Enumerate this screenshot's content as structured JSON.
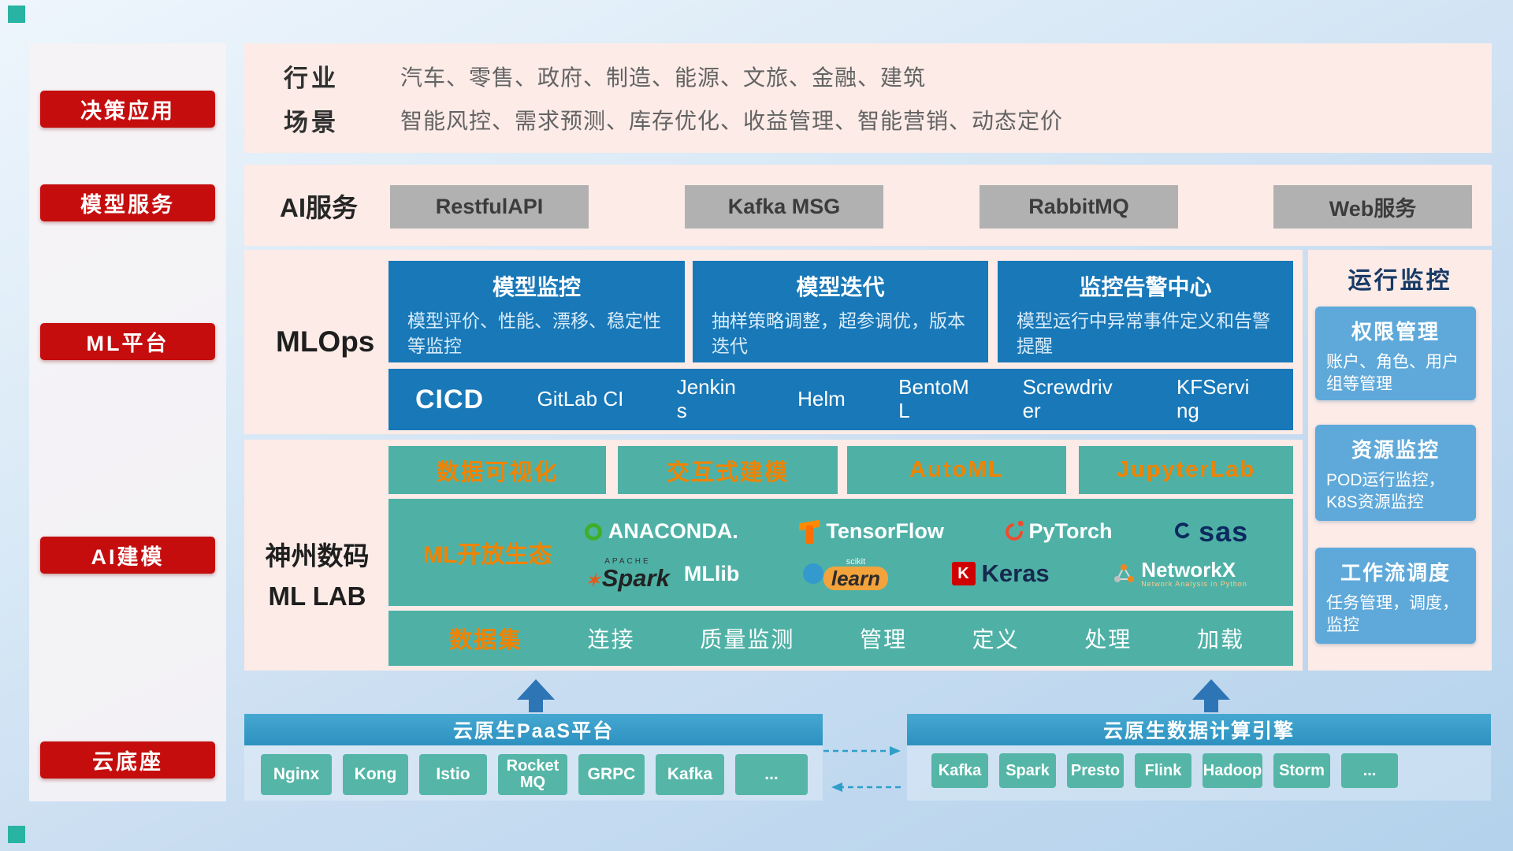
{
  "colors": {
    "accent_red": "#c50d0d",
    "mlops_blue": "#1878b8",
    "teal": "#4fb1a6",
    "orange_text": "#f08300",
    "monitor_blue": "#5fa9da",
    "bar_blue": "#3597c5",
    "arrow_blue": "#2e75b6"
  },
  "sidebar": {
    "items": [
      {
        "label": "决策应用"
      },
      {
        "label": "模型服务"
      },
      {
        "label": "ML平台"
      },
      {
        "label": "AI建模"
      },
      {
        "label": "云底座"
      }
    ]
  },
  "industry": {
    "row1_label": "行业",
    "row1_text": "汽车、零售、政府、制造、能源、文旅、金融、建筑",
    "row2_label": "场景",
    "row2_text": "智能风控、需求预测、库存优化、收益管理、智能营销、动态定价"
  },
  "ai_service": {
    "label": "AI服务",
    "buttons": [
      "RestfulAPI",
      "Kafka MSG",
      "RabbitMQ",
      "Web服务"
    ]
  },
  "mlops": {
    "label": "MLOps",
    "cards": [
      {
        "title": "模型监控",
        "body": "模型评价、性能、漂移、稳定性等监控"
      },
      {
        "title": "模型迭代",
        "body": "抽样策略调整，超参调优，版本迭代"
      },
      {
        "title": "监控告警中心",
        "body": "模型运行中异常事件定义和告警提醒"
      }
    ],
    "cicd": {
      "label": "CICD",
      "tools": [
        "GitLab CI",
        "Jenkins",
        "Helm",
        "BentoML",
        "Screwdriver",
        "KFServing"
      ]
    }
  },
  "mllab": {
    "label_line1": "神州数码",
    "label_line2": "ML LAB",
    "top_buttons": [
      "数据可视化",
      "交互式建模",
      "AutoML",
      "JupyterLab"
    ],
    "eco_label": "ML开放生态",
    "logos": {
      "anaconda": "ANACONDA.",
      "tensorflow": "TensorFlow",
      "pytorch": "PyTorch",
      "sas": "sas",
      "spark_apache": "APACHE",
      "spark": "Spark",
      "mllib": "MLlib",
      "scikit_top": "scikit",
      "scikit": "learn",
      "keras_k": "K",
      "keras": "Keras",
      "networkx": "NetworkX",
      "networkx_sub": "Network Analysis in Python"
    },
    "dataset": {
      "label": "数据集",
      "items": [
        "连接",
        "质量监测",
        "管理",
        "定义",
        "处理",
        "加载"
      ]
    }
  },
  "monitor": {
    "title": "运行监控",
    "boxes": [
      {
        "title": "权限管理",
        "body": "账户、角色、用户组等管理"
      },
      {
        "title": "资源监控",
        "body": "POD运行监控，K8S资源监控"
      },
      {
        "title": "工作流调度",
        "body": "任务管理，调度，监控"
      }
    ]
  },
  "bottom": {
    "left": {
      "title": "云原生PaaS平台",
      "items": [
        "Nginx",
        "Kong",
        "Istio",
        "RocketMQ",
        "GRPC",
        "Kafka",
        "..."
      ]
    },
    "right": {
      "title": "云原生数据计算引擎",
      "items": [
        "Kafka",
        "Spark",
        "Presto",
        "Flink",
        "Hadoop",
        "Storm",
        "..."
      ]
    }
  }
}
